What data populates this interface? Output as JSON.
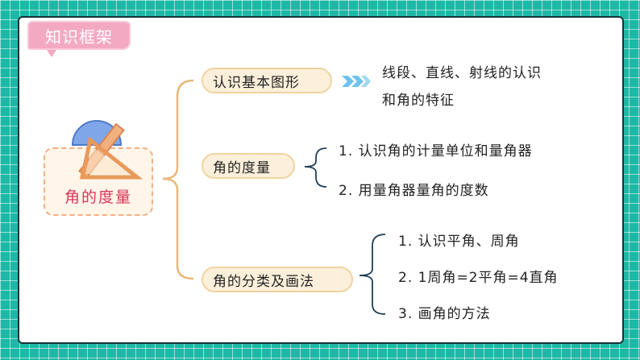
{
  "header": {
    "tag": "知识框架"
  },
  "root": {
    "label": "角的度量"
  },
  "branches": [
    {
      "label": "认识基本图形",
      "details": [
        "线段、直线、射线的认识",
        "和角的特征"
      ]
    },
    {
      "label": "角的度量",
      "details": [
        "1. 认识角的计量单位和量角器",
        "2. 用量角器量角的度数"
      ]
    },
    {
      "label": "角的分类及画法",
      "details": [
        "1. 认识平角、周角",
        "2. 1周角=2平角=4直角",
        "3. 画角的方法"
      ]
    }
  ],
  "colors": {
    "background": "#1fb8a6",
    "tag": "#f4a9c3",
    "root_text": "#d9365a",
    "node_fill": "#fdf0db",
    "bracket": "#e8b978"
  }
}
